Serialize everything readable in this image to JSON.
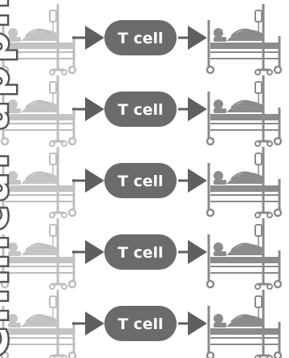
{
  "side_label": "Clinical application",
  "rows": [
    {
      "label": "T cell"
    },
    {
      "label": "T cell"
    },
    {
      "label": "T cell"
    },
    {
      "label": "T cell"
    },
    {
      "label": "T cell"
    }
  ],
  "colors": {
    "pill": "#6b6b6b",
    "arrow": "#5f5f5f",
    "bed_faded": "#bdbdbd",
    "bed_dark": "#8a8a8a",
    "patient_left": "#c4c4c4",
    "patient_right": "#8c8c8c"
  },
  "icons": [
    "patient-in-bed-with-iv-icon",
    "arrow-right-icon",
    "patient-in-bed-with-iv-icon"
  ]
}
